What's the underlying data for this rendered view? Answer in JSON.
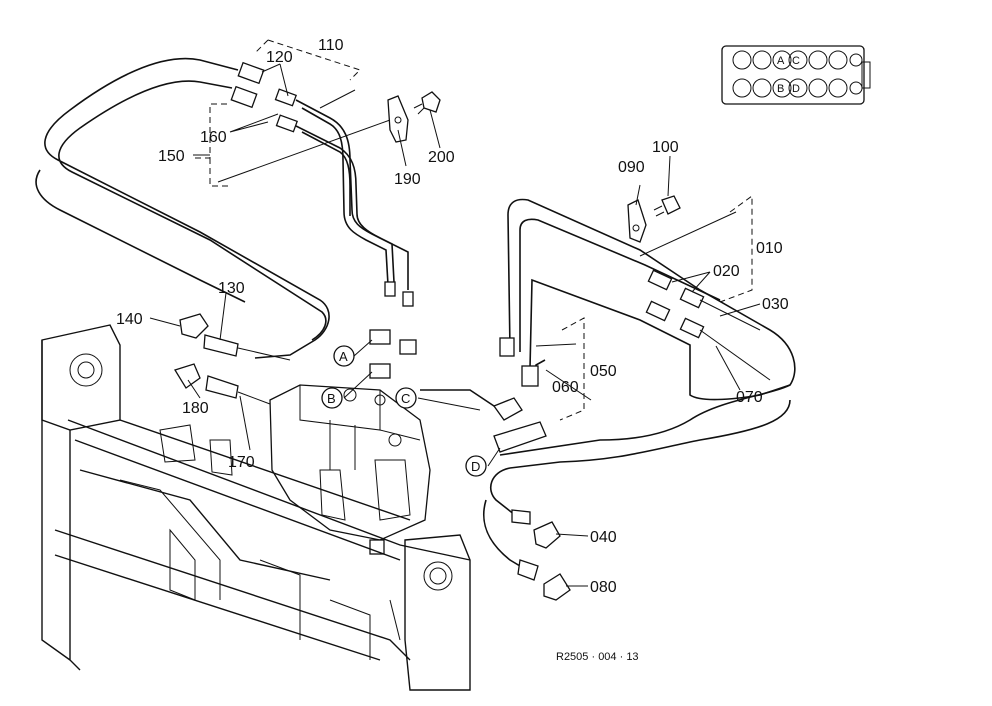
{
  "diagram": {
    "drawing_code": "R2505 · 004 · 13",
    "part_labels": {
      "p010": "010",
      "p020": "020",
      "p030": "030",
      "p040": "040",
      "p050": "050",
      "p060": "060",
      "p070": "070",
      "p080": "080",
      "p090": "090",
      "p100": "100",
      "p110": "110",
      "p120": "120",
      "p130": "130",
      "p140": "140",
      "p150": "150",
      "p160": "160",
      "p170": "170",
      "p180": "180",
      "p190": "190",
      "p200": "200"
    },
    "port_letters": {
      "A": "A",
      "B": "B",
      "C": "C",
      "D": "D"
    },
    "inset_letters": {
      "top_left": "A",
      "top_right": "C",
      "bottom_left": "B",
      "bottom_right": "D"
    }
  }
}
